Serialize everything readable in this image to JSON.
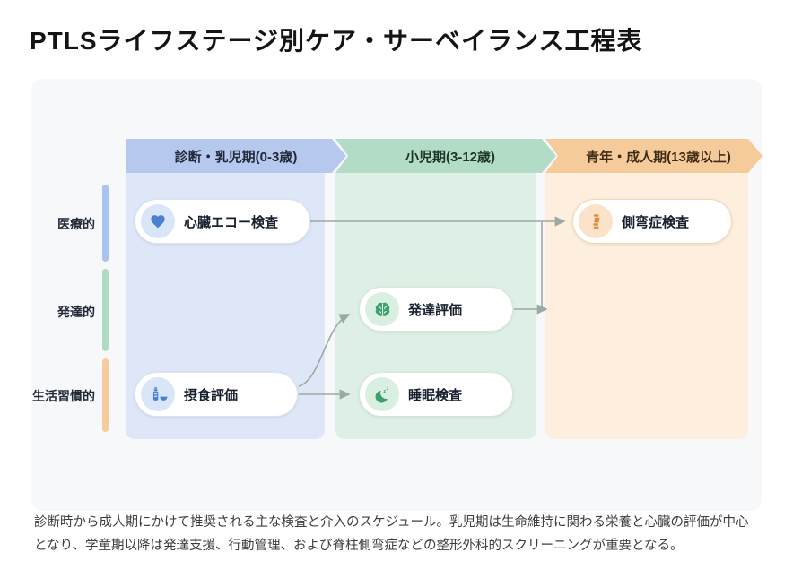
{
  "title": "PTLSライフステージ別ケア・サーベイランス工程表",
  "columns": [
    {
      "id": "infant",
      "label": "診断・乳児期(0-3歳)"
    },
    {
      "id": "child",
      "label": "小児期(3-12歳)"
    },
    {
      "id": "adult",
      "label": "青年・成人期(13歳以上)"
    }
  ],
  "row_labels": [
    {
      "id": "medical",
      "label": "医療的"
    },
    {
      "id": "developmental",
      "label": "発達的"
    },
    {
      "id": "lifestyle",
      "label": "生活習慣的"
    }
  ],
  "cards": [
    {
      "id": "cardiac-echo",
      "label": "心臓エコー検査",
      "icon": "heart-icon"
    },
    {
      "id": "scoliosis",
      "label": "側弯症検査",
      "icon": "spine-icon"
    },
    {
      "id": "development",
      "label": "発達評価",
      "icon": "brain-icon"
    },
    {
      "id": "sleep",
      "label": "睡眠検査",
      "icon": "moon-zzz-icon"
    },
    {
      "id": "feeding",
      "label": "摂食評価",
      "icon": "baby-bottle-icon"
    }
  ],
  "connections": [
    {
      "from": "cardiac-echo",
      "to": "scoliosis"
    },
    {
      "from": "feeding",
      "to": "development"
    },
    {
      "from": "feeding",
      "to": "sleep"
    },
    {
      "from": "development",
      "to": "adult-stage"
    }
  ],
  "caption": [
    "診断時から成人期にかけて推奨される主な検査と介入のスケジュール。乳児期は生命維持に関わる栄養と心臓の評価が中心",
    "となり、学童期以降は発達支援、行動管理、および脊柱側弯症などの整形外科的スクリーニングが重要となる。"
  ],
  "colors": {
    "column_infant_header": "#b6c8ee",
    "column_infant_bg": "#dee7f7",
    "column_child_header": "#b2dcc6",
    "column_child_bg": "#def0e6",
    "column_adult_header": "#f5cb9b",
    "column_adult_bg": "#fdeedd",
    "accent_blue": "#4b80d1",
    "accent_green": "#3f9e6d",
    "accent_orange": "#e08e3c",
    "arrow": "#9aa9a1"
  }
}
